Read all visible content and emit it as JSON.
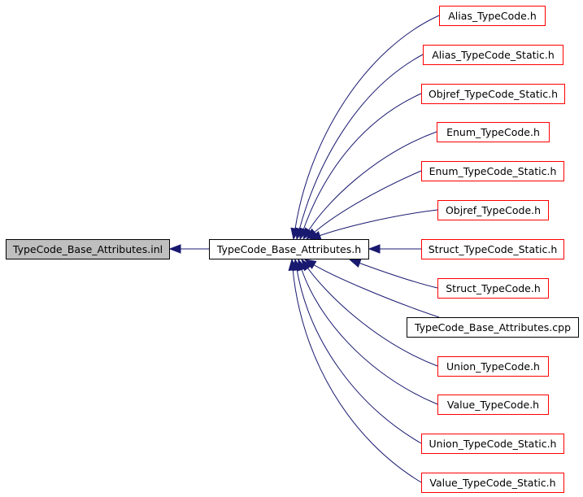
{
  "graph": {
    "colors": {
      "edge": "#191970",
      "node_border": "#000000",
      "node_border_link": "#ff0000",
      "root_fill": "#bfbfbf"
    },
    "root": {
      "label": "TypeCode_Base_Attributes.inl"
    },
    "center": {
      "label": "TypeCode_Base_Attributes.h"
    },
    "includers": [
      {
        "label": "Alias_TypeCode.h"
      },
      {
        "label": "Alias_TypeCode_Static.h"
      },
      {
        "label": "Objref_TypeCode_Static.h"
      },
      {
        "label": "Enum_TypeCode.h"
      },
      {
        "label": "Enum_TypeCode_Static.h"
      },
      {
        "label": "Objref_TypeCode.h"
      },
      {
        "label": "Struct_TypeCode_Static.h"
      },
      {
        "label": "Struct_TypeCode.h"
      },
      {
        "label": "TypeCode_Base_Attributes.cpp"
      },
      {
        "label": "Union_TypeCode.h"
      },
      {
        "label": "Value_TypeCode.h"
      },
      {
        "label": "Union_TypeCode_Static.h"
      },
      {
        "label": "Value_TypeCode_Static.h"
      }
    ]
  }
}
